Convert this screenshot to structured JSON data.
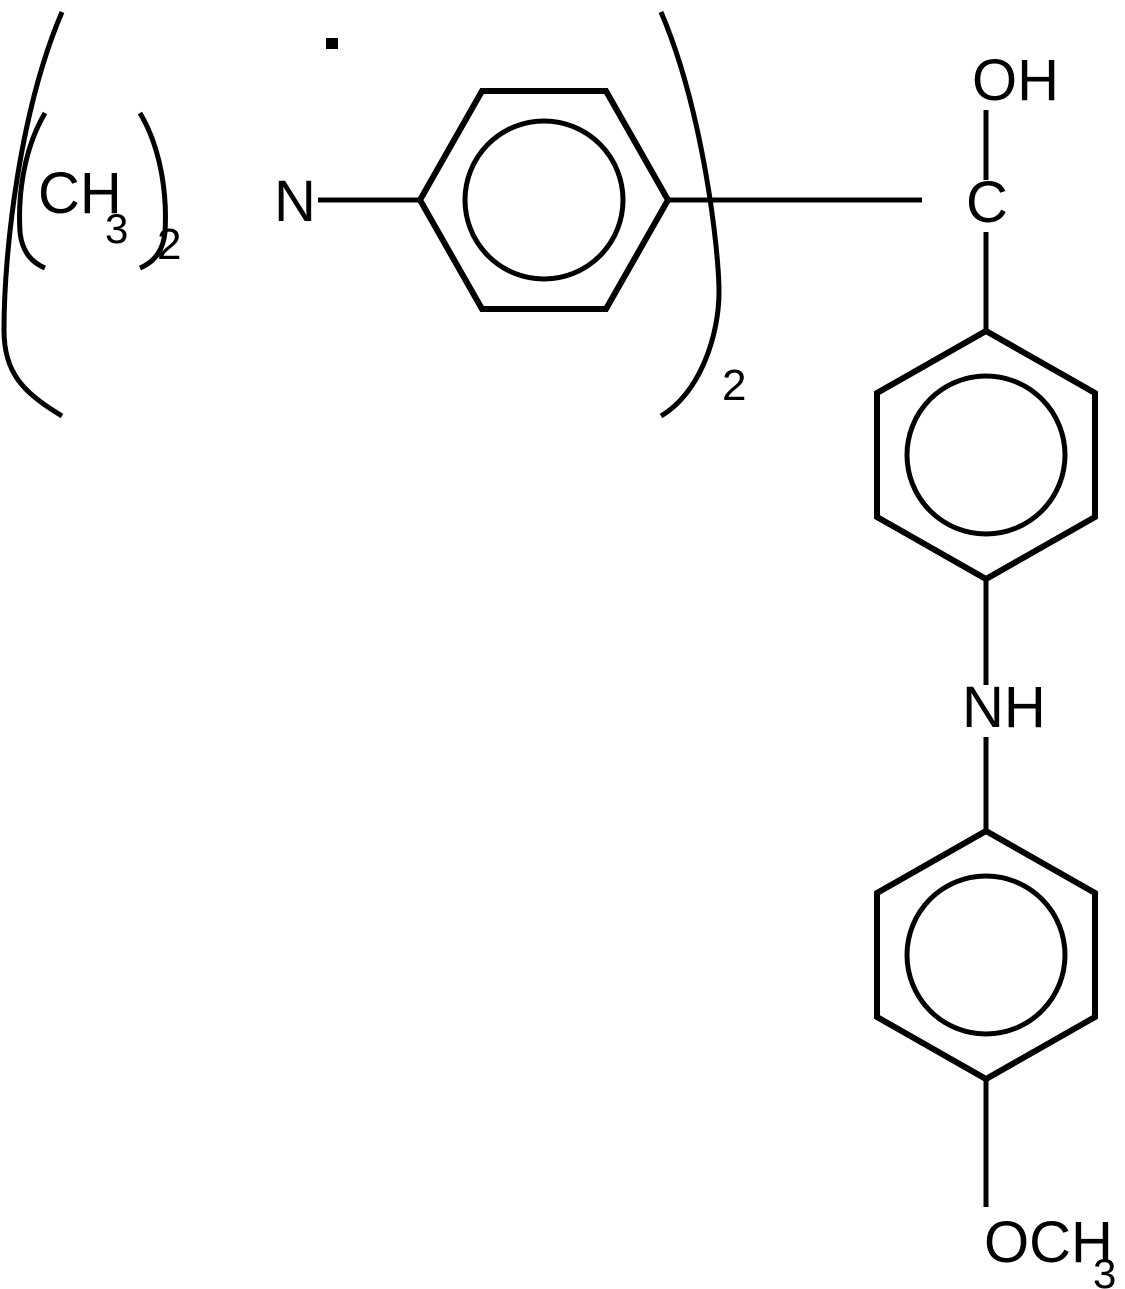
{
  "figure": {
    "kind": "chemical-structure-diagram",
    "background_color": "#ffffff",
    "line_color": "#000000"
  },
  "labels": {
    "methyl_group": "CH",
    "methyl_group_subscript": "3",
    "methyl_repeat_subscript": "2",
    "nitrogen": "N",
    "aryl_repeat_subscript": "2",
    "hydroxyl": "OH",
    "central_carbon": "C",
    "amine_nh": "NH",
    "methoxy": "OCH",
    "methoxy_subscript": "3"
  },
  "chart_data": {
    "type": "diagram",
    "title": "",
    "notation": "skeletal chemical structure",
    "fragments": [
      {
        "id": "dimethyl-group",
        "text": "(CH3)2",
        "description": "two methyl substituents on the nitrogen, written as (CH3)2 inside an outer bracket"
      },
      {
        "id": "nitrogen-atom",
        "text": "N",
        "description": "tertiary amine nitrogen bearing the dimethyl group and the aryl group"
      },
      {
        "id": "aryl-repeat",
        "text": "2",
        "description": "subscript 2 on the outer parenthesis indicating two identical N,N-dimethylaminophenyl arms"
      },
      {
        "id": "benzene-ring-1",
        "text": "aromatic ring",
        "description": "para-disubstituted benzene ring drawn with inscribed aromatic circle, horizontal orientation"
      },
      {
        "id": "hydroxyl-group",
        "text": "OH",
        "description": "hydroxyl substituent on the central carbinol carbon"
      },
      {
        "id": "central-carbon",
        "text": "C",
        "description": "central quaternary carbinol carbon bonded to OH, two aryl arms, and a third aryl ring"
      },
      {
        "id": "benzene-ring-2",
        "text": "aromatic ring",
        "description": "para-disubstituted benzene ring drawn with inscribed aromatic circle, vertical orientation"
      },
      {
        "id": "secondary-amine",
        "text": "NH",
        "description": "diarylamine NH linker joining the middle and bottom benzene rings"
      },
      {
        "id": "benzene-ring-3",
        "text": "aromatic ring",
        "description": "para-disubstituted benzene ring drawn with inscribed aromatic circle, vertical orientation"
      },
      {
        "id": "methoxy-group",
        "text": "OCH3",
        "description": "methoxy substituent at the para position of the bottom benzene ring"
      }
    ],
    "bonds": [
      {
        "from": "nitrogen-atom",
        "to": "benzene-ring-1",
        "order": 1
      },
      {
        "from": "benzene-ring-1",
        "to": "central-carbon",
        "order": 1
      },
      {
        "from": "central-carbon",
        "to": "hydroxyl-group",
        "order": 1
      },
      {
        "from": "central-carbon",
        "to": "benzene-ring-2",
        "order": 1
      },
      {
        "from": "benzene-ring-2",
        "to": "secondary-amine",
        "order": 1
      },
      {
        "from": "secondary-amine",
        "to": "benzene-ring-3",
        "order": 1
      },
      {
        "from": "benzene-ring-3",
        "to": "methoxy-group",
        "order": 1
      }
    ]
  }
}
